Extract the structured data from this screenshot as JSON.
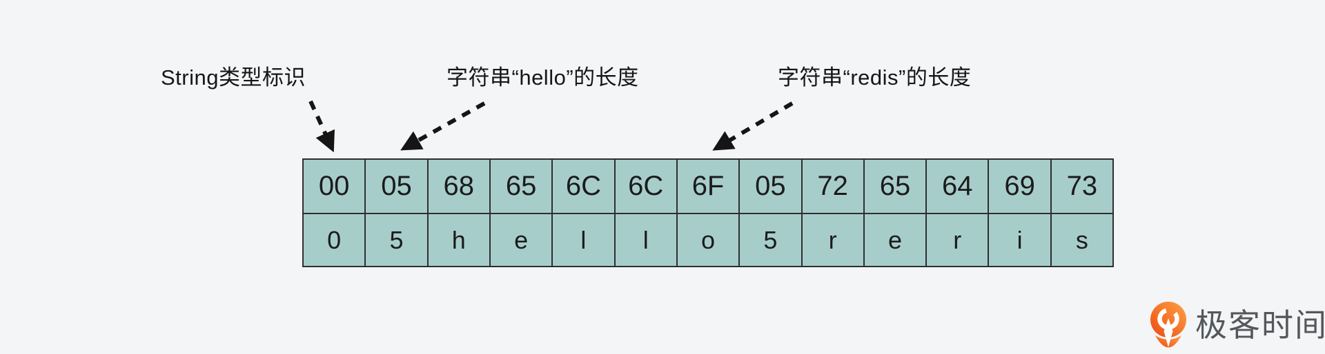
{
  "page": {
    "background": "#f4f5f6"
  },
  "annotations": [
    {
      "name": "string-type-label",
      "text": "String类型标识"
    },
    {
      "name": "hello-length-label",
      "text": "字符串“hello”的长度"
    },
    {
      "name": "redis-length-label",
      "text": "字符串“redis”的长度"
    }
  ],
  "table": {
    "cell_color": "#a7cdcb",
    "border_color": "#2e2e2e",
    "hex_row": [
      "00",
      "05",
      "68",
      "65",
      "6C",
      "6C",
      "6F",
      "05",
      "72",
      "65",
      "64",
      "69",
      "73"
    ],
    "char_row": [
      "0",
      "5",
      "h",
      "e",
      "l",
      "l",
      "o",
      "5",
      "r",
      "e",
      "r",
      "i",
      "s"
    ]
  },
  "logo": {
    "text": "极客时间",
    "icon": "geektime-pin-icon",
    "text_color": "#55585b",
    "orange_top": "#ffa143",
    "orange_bottom": "#ec4c13"
  }
}
